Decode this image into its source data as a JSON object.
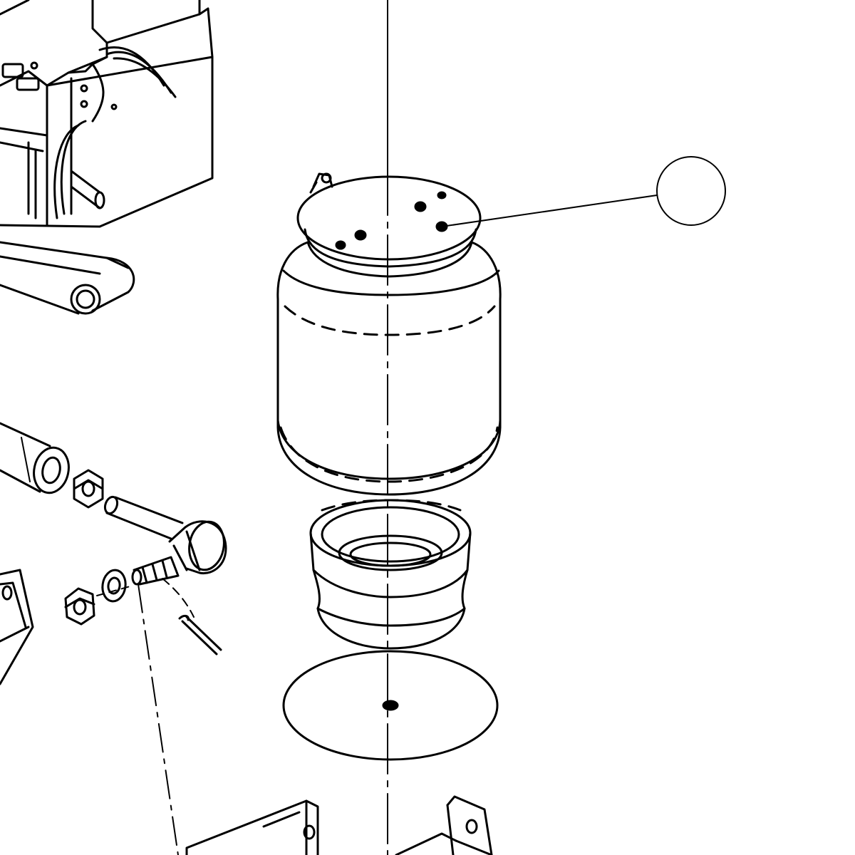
{
  "diagram": {
    "kind": "exploded-parts-view",
    "line_color": "#000000",
    "background_color": "#ffffff",
    "callouts": [
      {
        "id": "air-spring-balloon",
        "label": "",
        "target": "air-spring-top-plate"
      }
    ],
    "parts": [
      {
        "id": "chassis-bracket-assembly",
        "icon": "bracket-assembly-icon"
      },
      {
        "id": "tube-sleeve",
        "icon": "tube-icon"
      },
      {
        "id": "air-spring",
        "icon": "bellows-icon"
      },
      {
        "id": "piston-base",
        "icon": "piston-icon"
      },
      {
        "id": "base-gasket-disc",
        "icon": "disc-icon"
      },
      {
        "id": "shaft-with-collar",
        "icon": "cylinder-icon"
      },
      {
        "id": "rod-end-bolt",
        "icon": "bolt-icon"
      },
      {
        "id": "hex-nut",
        "icon": "hex-nut-icon"
      },
      {
        "id": "washer",
        "icon": "washer-icon"
      },
      {
        "id": "lock-nut",
        "icon": "hex-nut-icon"
      },
      {
        "id": "cotter-pin",
        "icon": "pin-icon"
      },
      {
        "id": "left-mount-bracket",
        "icon": "bracket-icon"
      },
      {
        "id": "lower-mount-bracket",
        "icon": "bracket-icon"
      },
      {
        "id": "lower-right-bracket",
        "icon": "bracket-icon"
      }
    ]
  }
}
